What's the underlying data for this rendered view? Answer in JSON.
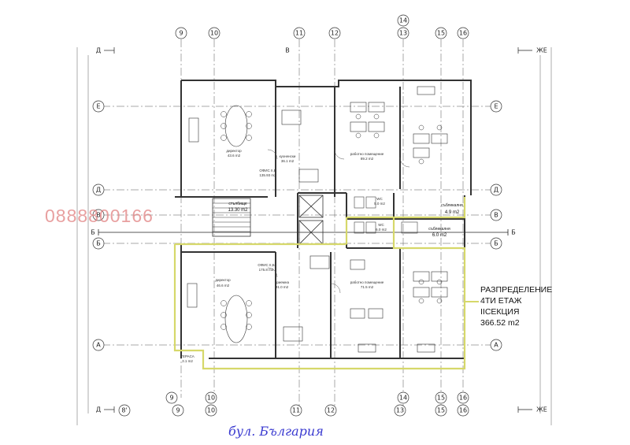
{
  "page": {
    "bg": "#ffffff",
    "line": "#555555",
    "wall": "#333333",
    "highlight": "#d6d86a",
    "watermark_color": "#e08080",
    "handwriting_color": "#3a3ad0"
  },
  "axes": {
    "top": [
      "9",
      "10",
      "11",
      "12",
      "13",
      "14",
      "15",
      "16"
    ],
    "top_extra": "14",
    "bottom": [
      "9",
      "10",
      "11",
      "12",
      "13",
      "14",
      "15",
      "16"
    ],
    "bottom_extra": "8'",
    "left_rows": [
      "Е",
      "Д",
      "В",
      "Б",
      "А"
    ],
    "right_rows": [
      "Е",
      "Д",
      "В",
      "Б",
      "А"
    ],
    "corner_left": "Д",
    "corner_right": "ЖЕ",
    "top_mid_b": "В",
    "section_b": "Б"
  },
  "rooms": [
    {
      "name": "директор",
      "area": "43.6 m2"
    },
    {
      "name": "кухненски",
      "area": "36.1 m2"
    },
    {
      "name": "работно помещение",
      "area": "89.2 m2"
    },
    {
      "name": "ОФИС II,Б",
      "area": "135.93 m2"
    },
    {
      "name": "стълбище",
      "area": "13.30 m2"
    },
    {
      "name": "WC",
      "area": "5.0 m2"
    },
    {
      "name": "съблекалня",
      "area": "4.9 m2"
    },
    {
      "name": "WC",
      "area": "6.0 m2"
    },
    {
      "name": "директор",
      "area": "46.6 m2"
    },
    {
      "name": "ОФИС II,Б",
      "area": "175.8 m2"
    },
    {
      "name": "приемна",
      "area": "31.0 m2"
    },
    {
      "name": "работно помещение",
      "area": "71.5 m2"
    },
    {
      "name": "ТЕРАСА",
      "area": "3.1 m2"
    }
  ],
  "stair_labels": {
    "step": "стълбище",
    "area": "13.30 m2"
  },
  "wc_labels": {
    "wc1": "WC",
    "wc1_area": "5.0 m2",
    "wc2": "WC",
    "wc2_area": "6.0 m2"
  },
  "right_rooms": {
    "r1": "съблекалня",
    "r1_area": "4.9 m2",
    "r2": "съблекалня",
    "r2_area": "6.0 m2"
  },
  "summary": {
    "line1": "РАЗПРЕДЕЛЕНИЕ",
    "line2": "4ТИ ЕТАЖ",
    "line3": "IIСЕКЦИЯ",
    "line4": "366.52 m2"
  },
  "watermark": "0888800166",
  "handwriting": "бул. България"
}
